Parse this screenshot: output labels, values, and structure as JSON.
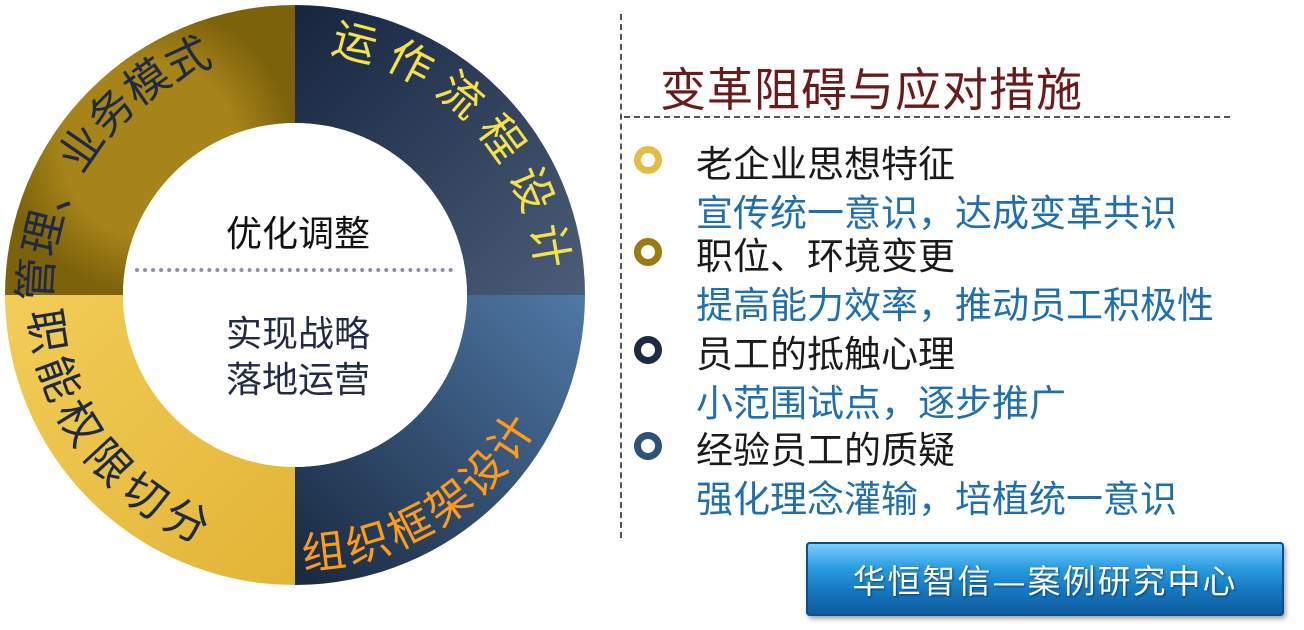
{
  "ring": {
    "segments": [
      {
        "label": "管理、业务模式",
        "color": "#9a7a12"
      },
      {
        "label": "运作流程设计",
        "color": "#1c2e4c"
      },
      {
        "label": "组织框架设计",
        "color": "#2f4f78"
      },
      {
        "label": "职能权限切分",
        "color": "#e6bd45"
      }
    ],
    "text_colors": {
      "yellow": "#f5e14a",
      "orange": "#ff9a1a",
      "dark": "#1e2a44"
    },
    "center_top": "优化调整",
    "center_bottom_line1": "实现战略",
    "center_bottom_line2": "落地运营"
  },
  "panel": {
    "title": "变革阻碍与应对措施",
    "items": [
      {
        "obstacle": "老企业思想特征",
        "measure": "宣传统一意识，达成变革共识",
        "bullet_color": "#e2bd46"
      },
      {
        "obstacle": "职位、环境变更",
        "measure": "提高能力效率，推动员工积极性",
        "bullet_color": "#9a7a12"
      },
      {
        "obstacle": "员工的抵触心理",
        "measure": "小范围试点，逐步推广",
        "bullet_color": "#1c2a44"
      },
      {
        "obstacle": "经验员工的质疑",
        "measure": "强化理念灌输，培植统一意识",
        "bullet_color": "#2f5277"
      }
    ]
  },
  "badge": {
    "label": "华恒智信—案例研究中心"
  }
}
